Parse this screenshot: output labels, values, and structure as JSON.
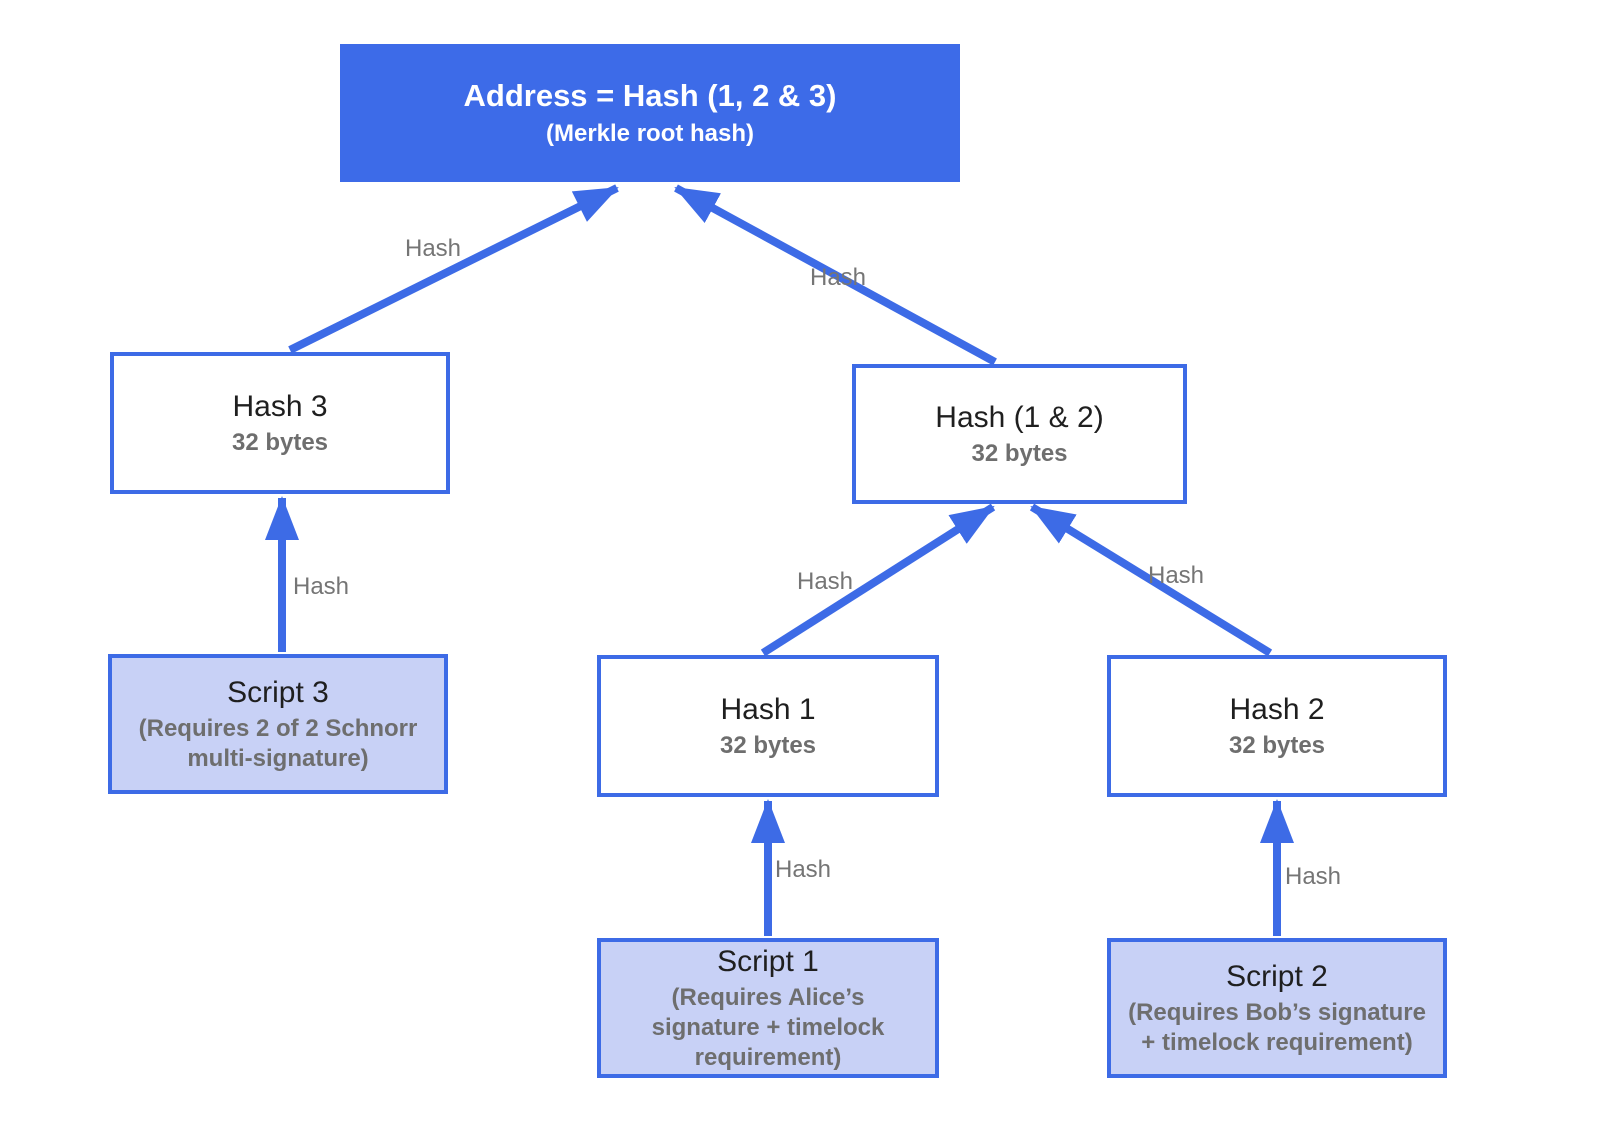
{
  "diagram_title": "Merkle tree address diagram",
  "colors": {
    "accent_blue": "#3D6BE8",
    "box_border_blue": "#3D6BE6",
    "script_fill": "#C8D1F6",
    "edge_label_gray": "#757575",
    "subtitle_gray": "#6E6E6E",
    "title_black": "#1F1F1F",
    "background": "#FFFFFF"
  },
  "nodes": {
    "root": {
      "title": "Address = Hash (1, 2 & 3)",
      "subtitle": "(Merkle root hash)"
    },
    "hash3": {
      "title": "Hash 3",
      "subtitle": "32 bytes"
    },
    "hash12": {
      "title": "Hash (1 & 2)",
      "subtitle": "32 bytes"
    },
    "hash1": {
      "title": "Hash 1",
      "subtitle": "32 bytes"
    },
    "hash2": {
      "title": "Hash 2",
      "subtitle": "32 bytes"
    },
    "script3": {
      "title": "Script 3",
      "subtitle": "(Requires 2 of 2 Schnorr multi-signature)"
    },
    "script1": {
      "title": "Script 1",
      "subtitle": "(Requires Alice’s signature + timelock requirement)"
    },
    "script2": {
      "title": "Script 2",
      "subtitle": "(Requires Bob’s signature + timelock requirement)"
    }
  },
  "edges": [
    {
      "from": "hash3",
      "to": "root",
      "label": "Hash"
    },
    {
      "from": "hash12",
      "to": "root",
      "label": "Hash"
    },
    {
      "from": "script3",
      "to": "hash3",
      "label": "Hash"
    },
    {
      "from": "hash1",
      "to": "hash12",
      "label": "Hash"
    },
    {
      "from": "hash2",
      "to": "hash12",
      "label": "Hash"
    },
    {
      "from": "script1",
      "to": "hash1",
      "label": "Hash"
    },
    {
      "from": "script2",
      "to": "hash2",
      "label": "Hash"
    }
  ]
}
